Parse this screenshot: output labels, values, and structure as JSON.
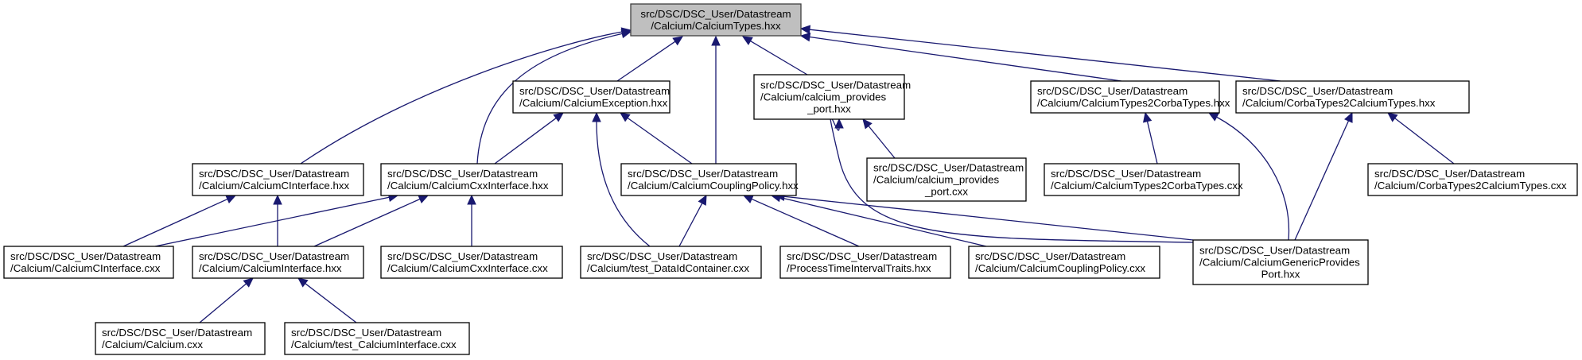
{
  "diagram": {
    "title": "Include dependency graph for CalciumTypes.hxx",
    "colors": {
      "edge": "#191970",
      "root_fill": "#bfbfbf",
      "node_fill": "#ffffff",
      "border": "#000000"
    },
    "nodes": [
      {
        "id": "root",
        "lines": [
          "src/DSC/DSC_User/Datastream",
          "/Calcium/CalciumTypes.hxx"
        ],
        "root": true
      },
      {
        "id": "CalciumCInterface_hxx",
        "lines": [
          "src/DSC/DSC_User/Datastream",
          "/Calcium/CalciumCInterface.hxx"
        ]
      },
      {
        "id": "CalciumCxxInterface_hxx",
        "lines": [
          "src/DSC/DSC_User/Datastream",
          "/Calcium/CalciumCxxInterface.hxx"
        ]
      },
      {
        "id": "CalciumException_hxx",
        "lines": [
          "src/DSC/DSC_User/Datastream",
          "/Calcium/CalciumException.hxx"
        ]
      },
      {
        "id": "CalciumCouplingPolicy_hxx",
        "lines": [
          "src/DSC/DSC_User/Datastream",
          "/Calcium/CalciumCouplingPolicy.hxx"
        ]
      },
      {
        "id": "calcium_provides_port_hxx",
        "lines": [
          "src/DSC/DSC_User/Datastream",
          "/Calcium/calcium_provides",
          "_port.hxx"
        ]
      },
      {
        "id": "CalciumTypes2CorbaTypes_hxx",
        "lines": [
          "src/DSC/DSC_User/Datastream",
          "/Calcium/CalciumTypes2CorbaTypes.hxx"
        ]
      },
      {
        "id": "CorbaTypes2CalciumTypes_hxx",
        "lines": [
          "src/DSC/DSC_User/Datastream",
          "/Calcium/CorbaTypes2CalciumTypes.hxx"
        ]
      },
      {
        "id": "CalciumCInterface_cxx",
        "lines": [
          "src/DSC/DSC_User/Datastream",
          "/Calcium/CalciumCInterface.cxx"
        ]
      },
      {
        "id": "CalciumInterface_hxx",
        "lines": [
          "src/DSC/DSC_User/Datastream",
          "/Calcium/CalciumInterface.hxx"
        ]
      },
      {
        "id": "CalciumCxxInterface_cxx",
        "lines": [
          "src/DSC/DSC_User/Datastream",
          "/Calcium/CalciumCxxInterface.cxx"
        ]
      },
      {
        "id": "test_DataIdContainer_cxx",
        "lines": [
          "src/DSC/DSC_User/Datastream",
          "/Calcium/test_DataIdContainer.cxx"
        ]
      },
      {
        "id": "ProcessTimeIntervalTraits_hxx",
        "lines": [
          "src/DSC/DSC_User/Datastream",
          "/ProcessTimeIntervalTraits.hxx"
        ]
      },
      {
        "id": "CalciumCouplingPolicy_cxx",
        "lines": [
          "src/DSC/DSC_User/Datastream",
          "/Calcium/CalciumCouplingPolicy.cxx"
        ]
      },
      {
        "id": "CalciumGenericProvidesPort_hxx",
        "lines": [
          "src/DSC/DSC_User/Datastream",
          "/Calcium/CalciumGenericProvides",
          "Port.hxx"
        ]
      },
      {
        "id": "calcium_provides_port_cxx",
        "lines": [
          "src/DSC/DSC_User/Datastream",
          "/Calcium/calcium_provides",
          "_port.cxx"
        ]
      },
      {
        "id": "CalciumTypes2CorbaTypes_cxx",
        "lines": [
          "src/DSC/DSC_User/Datastream",
          "/Calcium/CalciumTypes2CorbaTypes.cxx"
        ]
      },
      {
        "id": "CorbaTypes2CalciumTypes_cxx",
        "lines": [
          "src/DSC/DSC_User/Datastream",
          "/Calcium/CorbaTypes2CalciumTypes.cxx"
        ]
      },
      {
        "id": "Calcium_cxx",
        "lines": [
          "src/DSC/DSC_User/Datastream",
          "/Calcium/Calcium.cxx"
        ]
      },
      {
        "id": "test_CalciumInterface_cxx",
        "lines": [
          "src/DSC/DSC_User/Datastream",
          "/Calcium/test_CalciumInterface.cxx"
        ]
      }
    ],
    "edges": [
      {
        "from": "CalciumCInterface_hxx",
        "to": "root"
      },
      {
        "from": "CalciumCxxInterface_hxx",
        "to": "root"
      },
      {
        "from": "CalciumException_hxx",
        "to": "root"
      },
      {
        "from": "CalciumCouplingPolicy_hxx",
        "to": "root"
      },
      {
        "from": "calcium_provides_port_hxx",
        "to": "root"
      },
      {
        "from": "CalciumTypes2CorbaTypes_hxx",
        "to": "root"
      },
      {
        "from": "CorbaTypes2CalciumTypes_hxx",
        "to": "root"
      },
      {
        "from": "CalciumCInterface_cxx",
        "to": "CalciumCInterface_hxx"
      },
      {
        "from": "CalciumInterface_hxx",
        "to": "CalciumCInterface_hxx"
      },
      {
        "from": "CalciumCInterface_cxx",
        "to": "CalciumCxxInterface_hxx"
      },
      {
        "from": "CalciumInterface_hxx",
        "to": "CalciumCxxInterface_hxx"
      },
      {
        "from": "CalciumCxxInterface_cxx",
        "to": "CalciumCxxInterface_hxx"
      },
      {
        "from": "CalciumCxxInterface_hxx",
        "to": "CalciumException_hxx"
      },
      {
        "from": "test_DataIdContainer_cxx",
        "to": "CalciumException_hxx"
      },
      {
        "from": "CalciumCouplingPolicy_hxx",
        "to": "CalciumException_hxx"
      },
      {
        "from": "test_DataIdContainer_cxx",
        "to": "CalciumCouplingPolicy_hxx"
      },
      {
        "from": "ProcessTimeIntervalTraits_hxx",
        "to": "CalciumCouplingPolicy_hxx"
      },
      {
        "from": "CalciumCouplingPolicy_cxx",
        "to": "CalciumCouplingPolicy_hxx"
      },
      {
        "from": "CalciumGenericProvidesPort_hxx",
        "to": "CalciumCouplingPolicy_hxx"
      },
      {
        "from": "calcium_provides_port_cxx",
        "to": "calcium_provides_port_hxx"
      },
      {
        "from": "CalciumGenericProvidesPort_hxx",
        "to": "calcium_provides_port_hxx"
      },
      {
        "from": "CalciumTypes2CorbaTypes_cxx",
        "to": "CalciumTypes2CorbaTypes_hxx"
      },
      {
        "from": "CalciumGenericProvidesPort_hxx",
        "to": "CalciumTypes2CorbaTypes_hxx"
      },
      {
        "from": "CorbaTypes2CalciumTypes_cxx",
        "to": "CorbaTypes2CalciumTypes_hxx"
      },
      {
        "from": "CalciumGenericProvidesPort_hxx",
        "to": "CorbaTypes2CalciumTypes_hxx"
      },
      {
        "from": "Calcium_cxx",
        "to": "CalciumInterface_hxx"
      },
      {
        "from": "test_CalciumInterface_cxx",
        "to": "CalciumInterface_hxx"
      }
    ]
  }
}
